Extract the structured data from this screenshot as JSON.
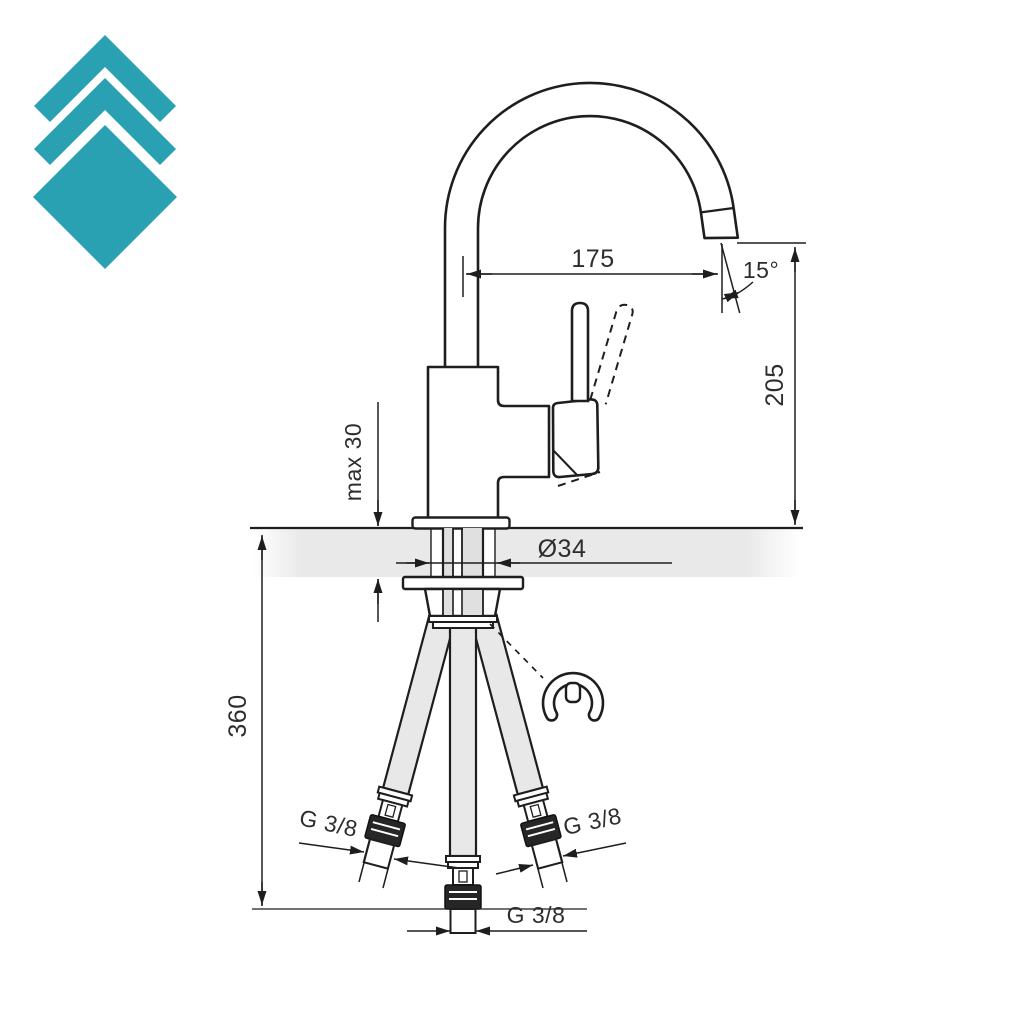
{
  "drawing": {
    "type": "technical-dimension-drawing",
    "subject": "single-lever high-arc faucet, front view with mounting hoses",
    "line_color": "#1e1e1e",
    "surface_color": "#e9e9e9"
  },
  "logo": {
    "color": "#2aa1b2",
    "description": "two teal chevrons stacked above a teal diamond"
  },
  "dimensions": {
    "spout_reach": "175",
    "spout_tilt_angle": "15°",
    "spout_height": "205",
    "deck_thickness": "max 30",
    "mount_hole_diameter": "Ø34",
    "hose_drop_length": "360",
    "left_hose_thread": "G 3/8",
    "right_hose_thread": "G 3/8",
    "center_hose_thread": "G 3/8"
  }
}
